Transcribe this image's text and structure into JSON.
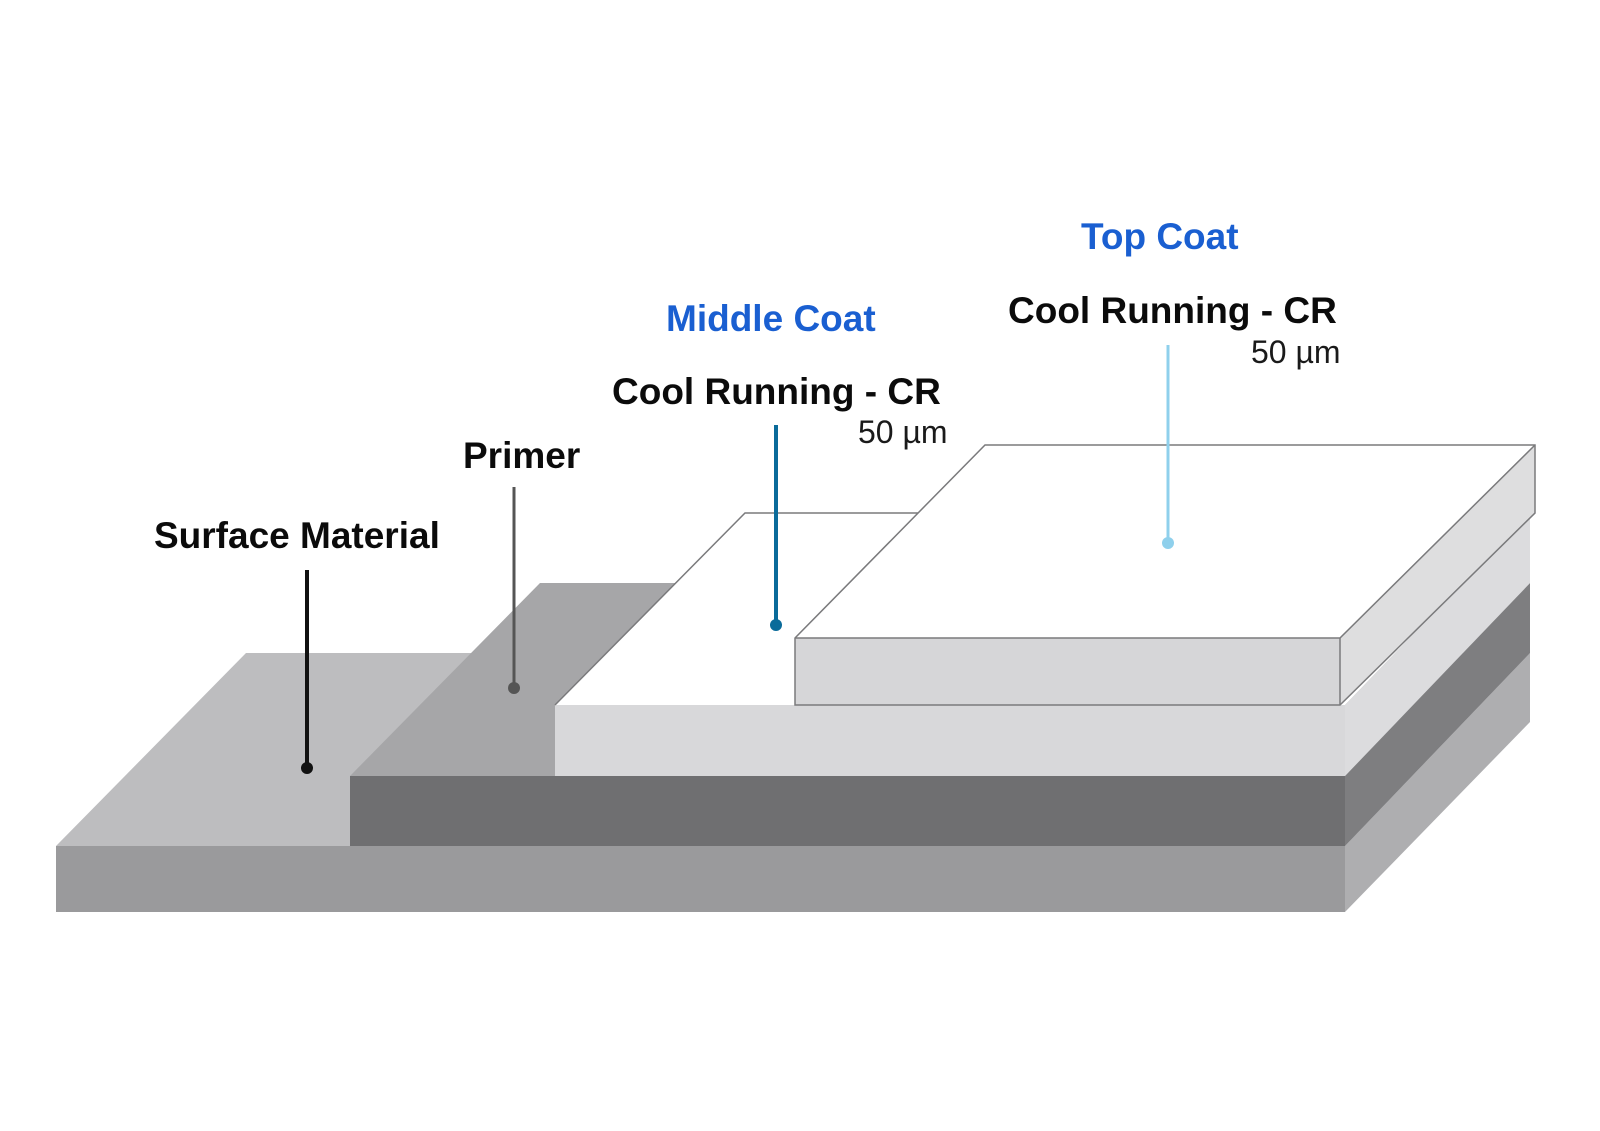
{
  "layers": {
    "surface": {
      "label": "Surface Material",
      "colors": {
        "top": "#bdbdbf",
        "front": "#9a9a9c",
        "side": "#aeaeb0"
      },
      "leader_color": "#111111"
    },
    "primer": {
      "label": "Primer",
      "colors": {
        "top": "#a6a6a8",
        "front": "#6f6f71",
        "side": "#7e7e80"
      },
      "leader_color": "#555555"
    },
    "middle_coat": {
      "title": "Middle Coat",
      "product": "Cool Running - CR",
      "thickness": "50 µm",
      "colors": {
        "top": "#ffffff",
        "front": "#d8d8da",
        "side": "#dcdcde"
      },
      "leader_color": "#0a6b9a"
    },
    "top_coat": {
      "title": "Top Coat",
      "product": "Cool Running - CR",
      "thickness": "50 µm",
      "colors": {
        "top": "#ffffff",
        "front": "#d6d6d8",
        "side": "#dededf"
      },
      "leader_color": "#8fd0ec"
    }
  },
  "accent_color": "#1a5fd1",
  "outline_color": "#7a7a7c"
}
